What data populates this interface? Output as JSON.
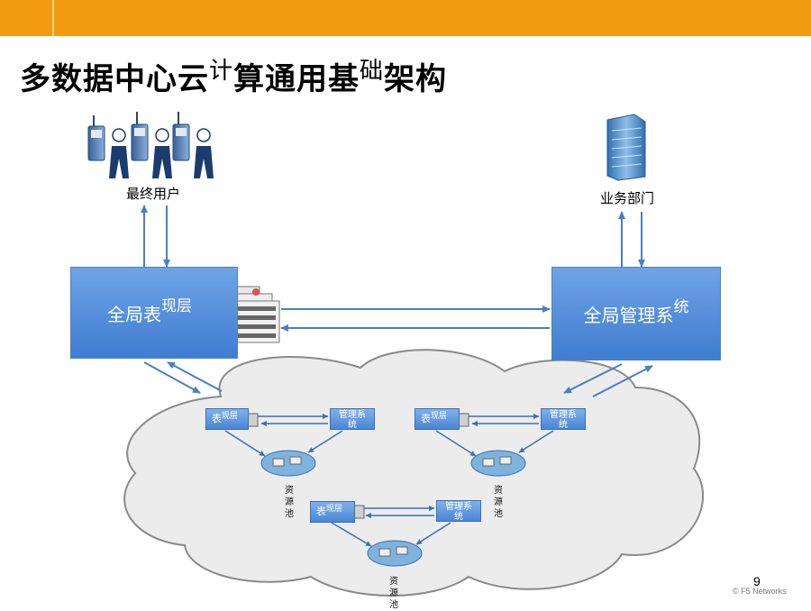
{
  "header": {
    "bar_color": "#f39c12"
  },
  "title": {
    "part1": "多数据中心云",
    "sup1": "计",
    "part2": "算通用基",
    "sup2": "础",
    "part3": "架构"
  },
  "labels": {
    "end_users": "最终用户",
    "business_dept": "业务部门"
  },
  "boxes": {
    "presentation": {
      "main": "全局表",
      "sup": "现层"
    },
    "management": {
      "main": "全局管理系",
      "sup": "统"
    }
  },
  "clusters": [
    {
      "pres_main": "表",
      "pres_sup": "现层",
      "mgmt": "管理系统",
      "pool": "资源池"
    },
    {
      "pres_main": "表",
      "pres_sup": "现层",
      "mgmt": "管理系统",
      "pool": "资源池"
    },
    {
      "pres_main": "表",
      "pres_sup": "现层",
      "mgmt": "管理系统",
      "pool": "资源池"
    }
  ],
  "footer": {
    "page_number": "9",
    "copyright": "© F5 Networks"
  },
  "colors": {
    "box_fill": "#4f86d6",
    "arrow": "#4a7fc2",
    "cloud_fill": "#ececec",
    "cloud_stroke": "#8a8a8a"
  },
  "icons": [
    "mobile-phone-icon",
    "person-icon",
    "office-building-icon",
    "server-rack-icon",
    "network-cloud-icon"
  ]
}
